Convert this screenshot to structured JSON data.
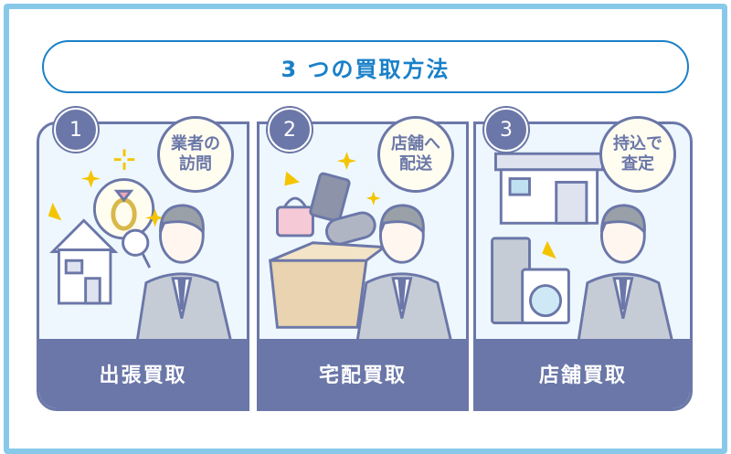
{
  "title": "3 つの買取方法",
  "methods": [
    {
      "number": "1",
      "bubble_line1": "業者の",
      "bubble_line2": "訪問",
      "label": "出張買取"
    },
    {
      "number": "2",
      "bubble_line1": "店舗へ",
      "bubble_line2": "配送",
      "label": "宅配買取"
    },
    {
      "number": "3",
      "bubble_line1": "持込で",
      "bubble_line2": "査定",
      "label": "店舗買取"
    }
  ],
  "colors": {
    "frame": "#88c9ea",
    "title": "#1a80c8",
    "panel": "#6b77a8",
    "panel_bg": "#edf7fd",
    "sparkle": "#f5c400"
  }
}
